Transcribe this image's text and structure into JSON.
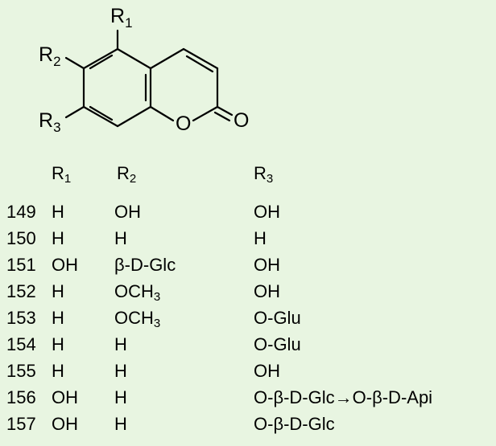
{
  "structure": {
    "substituent_labels": [
      "R1",
      "R2",
      "R3"
    ],
    "ring_oxygen": "O",
    "carbonyl_oxygen": "O"
  },
  "table": {
    "headers": [
      "R1",
      "R2",
      "R3"
    ],
    "rows": [
      {
        "id": "149",
        "r1": "H",
        "r2": "OH",
        "r3": "OH"
      },
      {
        "id": "150",
        "r1": "H",
        "r2": "H",
        "r3": "H"
      },
      {
        "id": "151",
        "r1": "OH",
        "r2": "β-D-Glc",
        "r3": "OH"
      },
      {
        "id": "152",
        "r1": "H",
        "r2": "OCH3",
        "r3": "OH"
      },
      {
        "id": "153",
        "r1": "H",
        "r2": "OCH3",
        "r3": "O-Glu"
      },
      {
        "id": "154",
        "r1": "H",
        "r2": "H",
        "r3": "O-Glu"
      },
      {
        "id": "155",
        "r1": "H",
        "r2": "H",
        "r3": "OH"
      },
      {
        "id": "156",
        "r1": "OH",
        "r2": "H",
        "r3": "O-β-D-Glc→O-β-D-Api"
      },
      {
        "id": "157",
        "r1": "OH",
        "r2": "H",
        "r3": "O-β-D-Glc"
      }
    ]
  },
  "colors": {
    "background": "#e8f5e1",
    "ink": "#000000"
  }
}
